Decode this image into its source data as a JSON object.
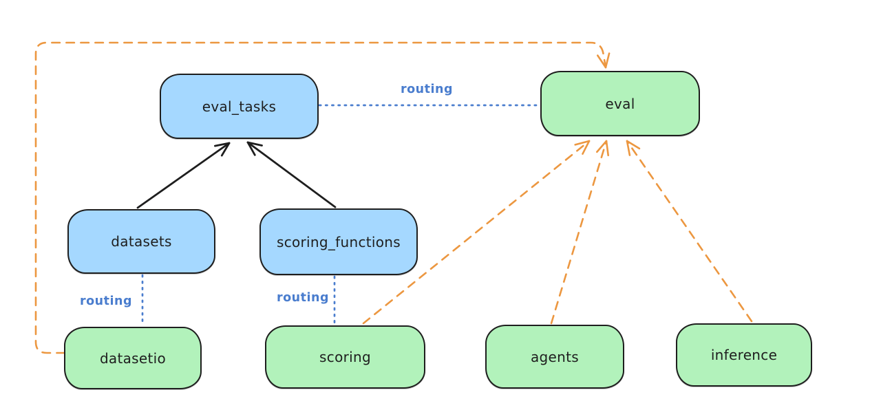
{
  "diagram": {
    "nodes": {
      "eval_tasks": {
        "label": "eval_tasks",
        "kind": "api"
      },
      "datasets": {
        "label": "datasets",
        "kind": "api"
      },
      "scoring_functions": {
        "label": "scoring_functions",
        "kind": "api"
      },
      "eval": {
        "label": "eval",
        "kind": "provider"
      },
      "datasetio": {
        "label": "datasetio",
        "kind": "provider"
      },
      "scoring": {
        "label": "scoring",
        "kind": "provider"
      },
      "agents": {
        "label": "agents",
        "kind": "provider"
      },
      "inference": {
        "label": "inference",
        "kind": "provider"
      }
    },
    "edges": [
      {
        "from": "datasets",
        "to": "eval_tasks",
        "style": "solid-arrow",
        "color": "black"
      },
      {
        "from": "scoring_functions",
        "to": "eval_tasks",
        "style": "solid-arrow",
        "color": "black"
      },
      {
        "from": "eval_tasks",
        "to": "eval",
        "style": "dotted",
        "color": "blue",
        "label": "routing"
      },
      {
        "from": "datasets",
        "to": "datasetio",
        "style": "dotted",
        "color": "blue",
        "label": "routing"
      },
      {
        "from": "scoring_functions",
        "to": "scoring",
        "style": "dotted",
        "color": "blue",
        "label": "routing"
      },
      {
        "from": "scoring",
        "to": "eval",
        "style": "dashed-arrow",
        "color": "orange"
      },
      {
        "from": "agents",
        "to": "eval",
        "style": "dashed-arrow",
        "color": "orange"
      },
      {
        "from": "inference",
        "to": "eval",
        "style": "dashed-arrow",
        "color": "orange"
      },
      {
        "from": "datasetio",
        "to": "eval",
        "style": "dashed-arrow",
        "color": "orange",
        "route": "elbow-left-top"
      }
    ],
    "colors": {
      "api_node_fill": "#a5d8ff",
      "provider_node_fill": "#b2f2bb",
      "node_stroke": "#1e1e1e",
      "routing_line": "#4a7dce",
      "dashed_line": "#ec9740",
      "solid_line": "#1e1e1e",
      "background": "#ffffff",
      "label_text": "#1e1e1e"
    }
  }
}
